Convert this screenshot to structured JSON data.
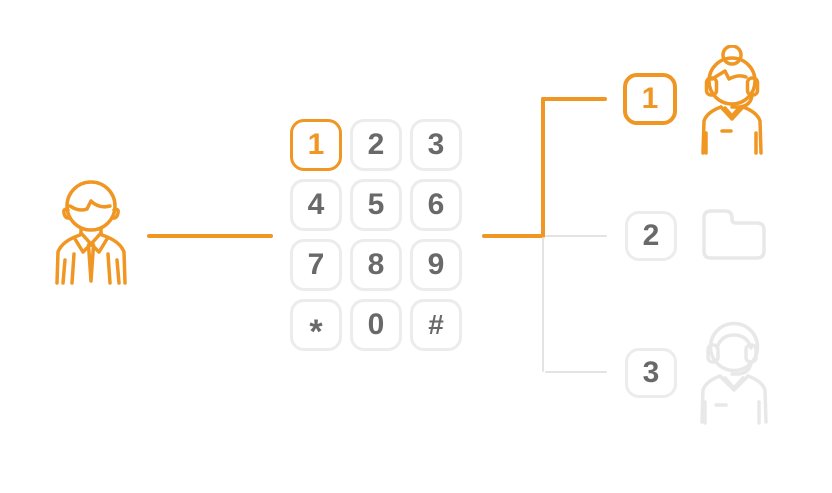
{
  "diagram": {
    "description": "IVR phone menu flow: caller dials keypad, presses 1, routed to support agent",
    "colors": {
      "accent_orange": "#F09623",
      "muted_gray_line": "#E3E3E3",
      "muted_gray_border": "#ECECEC",
      "muted_gray_icon": "#E8E8E8",
      "digit_gray": "#696969",
      "background": "#FFFFFF"
    },
    "caller": {
      "icon": "caller-icon"
    },
    "keypad": {
      "keys": [
        {
          "label": "1",
          "active": true
        },
        {
          "label": "2",
          "active": false
        },
        {
          "label": "3",
          "active": false
        },
        {
          "label": "4",
          "active": false
        },
        {
          "label": "5",
          "active": false
        },
        {
          "label": "6",
          "active": false
        },
        {
          "label": "7",
          "active": false
        },
        {
          "label": "8",
          "active": false
        },
        {
          "label": "9",
          "active": false
        },
        {
          "label": "*",
          "active": false
        },
        {
          "label": "0",
          "active": false
        },
        {
          "label": "#",
          "active": false
        }
      ]
    },
    "menu": {
      "options": [
        {
          "label": "1",
          "active": true,
          "icon": "female-support-agent-icon"
        },
        {
          "label": "2",
          "active": false,
          "icon": "folder-icon"
        },
        {
          "label": "3",
          "active": false,
          "icon": "male-support-agent-icon"
        }
      ]
    }
  }
}
